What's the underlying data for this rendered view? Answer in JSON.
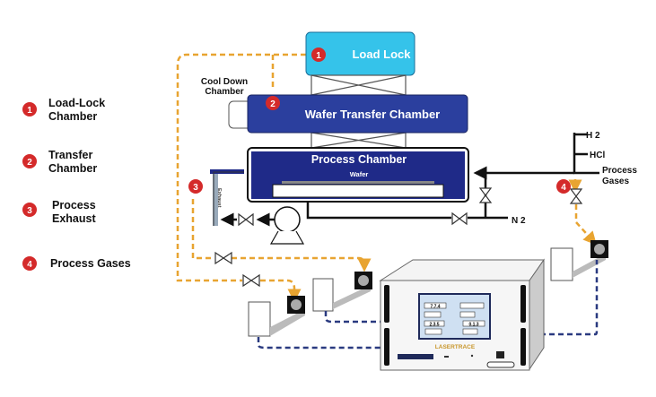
{
  "legend": [
    {
      "num": "1",
      "line1": "Load-Lock",
      "line2": "Chamber"
    },
    {
      "num": "2",
      "line1": "Transfer",
      "line2": "Chamber"
    },
    {
      "num": "3",
      "line1": "Process",
      "line2": "Exhaust"
    },
    {
      "num": "4",
      "line1": "Process Gases",
      "line2": ""
    }
  ],
  "chambers": {
    "load_lock": "Load Lock",
    "cool_down_1": "Cool Down",
    "cool_down_2": "Chamber",
    "transfer": "Wafer  Transfer Chamber",
    "process": "Process Chamber",
    "wafer": "Wafer",
    "exhaust": "Exhaust"
  },
  "gases": {
    "h2": "H 2",
    "hcl": "HCl",
    "process1": "Process",
    "process2": "Gases",
    "n2": "N 2"
  },
  "analyzer": {
    "brand": "LASERTRACE",
    "readouts": [
      "7.7.4",
      "2.3.5",
      "0.1.3"
    ]
  },
  "colors": {
    "load_lock": "#35c3ea",
    "transfer": "#2b3f9e",
    "process": "#1f2a88",
    "badge": "#d42a2a",
    "sample_line": "#e8a431",
    "signal_line": "#2a3a80"
  }
}
